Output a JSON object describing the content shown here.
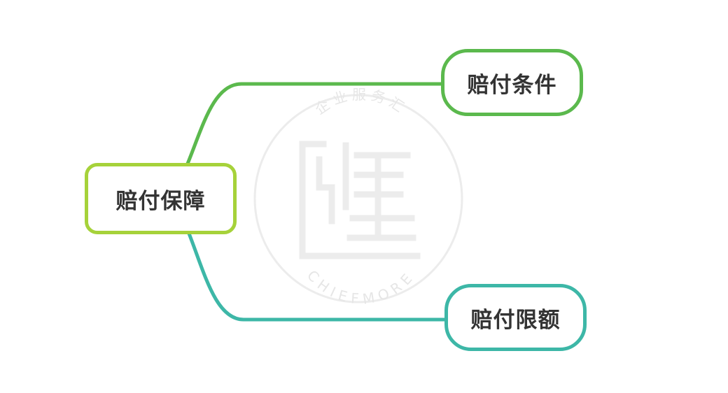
{
  "mindmap": {
    "root": {
      "label": "赔付保障"
    },
    "branches": [
      {
        "label": "赔付条件"
      },
      {
        "label": "赔付限额"
      }
    ]
  },
  "watermark": {
    "arc_text_top": "企业服务汇",
    "arc_text_bottom": "CHIEFMORE"
  },
  "colors": {
    "root_border": "#a6d23a",
    "branch_top": "#5bb94d",
    "branch_bottom": "#3db7a7",
    "text": "#333333",
    "watermark": "#ececec"
  }
}
